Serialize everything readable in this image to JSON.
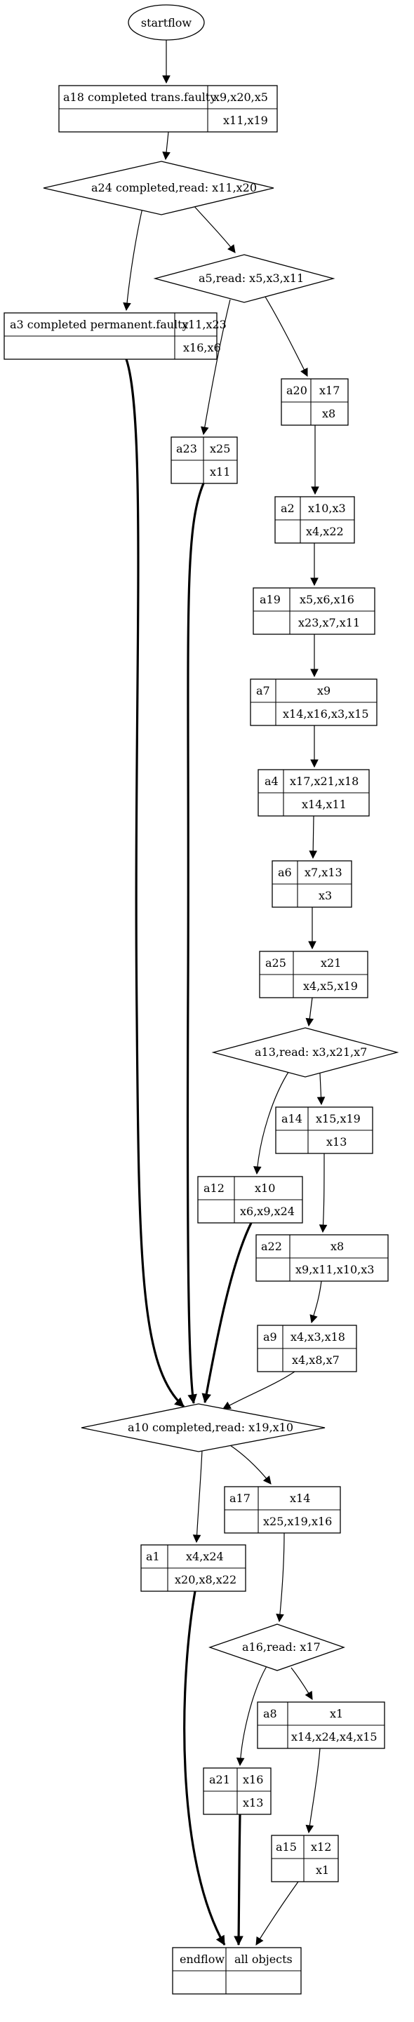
{
  "start": {
    "label": "startflow"
  },
  "records": {
    "a18": {
      "name": "a18 completed trans.faulty",
      "top": "x9,x20,x5",
      "bottom": "x11,x19"
    },
    "a3": {
      "name": "a3 completed permanent.faulty",
      "top": "x11,x23",
      "bottom": "x16,x6"
    },
    "a20": {
      "name": "a20",
      "top": "x17",
      "bottom": "x8"
    },
    "a23": {
      "name": "a23",
      "top": "x25",
      "bottom": "x11"
    },
    "a2": {
      "name": "a2",
      "top": "x10,x3",
      "bottom": "x4,x22"
    },
    "a19": {
      "name": "a19",
      "top": "x5,x6,x16",
      "bottom": "x23,x7,x11"
    },
    "a7": {
      "name": "a7",
      "top": "x9",
      "bottom": "x14,x16,x3,x15"
    },
    "a4": {
      "name": "a4",
      "top": "x17,x21,x18",
      "bottom": "x14,x11"
    },
    "a6": {
      "name": "a6",
      "top": "x7,x13",
      "bottom": "x3"
    },
    "a25": {
      "name": "a25",
      "top": "x21",
      "bottom": "x4,x5,x19"
    },
    "a14": {
      "name": "a14",
      "top": "x15,x19",
      "bottom": "x13"
    },
    "a12": {
      "name": "a12",
      "top": "x10",
      "bottom": "x6,x9,x24"
    },
    "a22": {
      "name": "a22",
      "top": "x8",
      "bottom": "x9,x11,x10,x3"
    },
    "a9": {
      "name": "a9",
      "top": "x4,x3,x18",
      "bottom": "x4,x8,x7"
    },
    "a17": {
      "name": "a17",
      "top": "x14",
      "bottom": "x25,x19,x16"
    },
    "a1": {
      "name": "a1",
      "top": "x4,x24",
      "bottom": "x20,x8,x22"
    },
    "a8": {
      "name": "a8",
      "top": "x1",
      "bottom": "x14,x24,x4,x15"
    },
    "a21": {
      "name": "a21",
      "top": "x16",
      "bottom": "x13"
    },
    "a15": {
      "name": "a15",
      "top": "x12",
      "bottom": "x1"
    }
  },
  "decisions": {
    "a24": {
      "label": "a24 completed,read: x11,x20"
    },
    "a5": {
      "label": "a5,read: x5,x3,x11"
    },
    "a13": {
      "label": "a13,read: x3,x21,x7"
    },
    "a10": {
      "label": "a10 completed,read: x19,x10"
    },
    "a16": {
      "label": "a16,read: x17"
    }
  },
  "end": {
    "left": "endflow",
    "right": "all objects"
  },
  "edges": [
    {
      "from": "start",
      "to": "a18",
      "style": "normal"
    },
    {
      "from": "a18",
      "to": "a24",
      "style": "normal"
    },
    {
      "from": "a24",
      "to": "a3",
      "style": "normal"
    },
    {
      "from": "a24",
      "to": "a5",
      "style": "normal"
    },
    {
      "from": "a5",
      "to": "a23",
      "style": "normal"
    },
    {
      "from": "a5",
      "to": "a20",
      "style": "normal"
    },
    {
      "from": "a20",
      "to": "a2",
      "style": "normal"
    },
    {
      "from": "a2",
      "to": "a19",
      "style": "normal"
    },
    {
      "from": "a19",
      "to": "a7",
      "style": "normal"
    },
    {
      "from": "a7",
      "to": "a4",
      "style": "normal"
    },
    {
      "from": "a4",
      "to": "a6",
      "style": "normal"
    },
    {
      "from": "a6",
      "to": "a25",
      "style": "normal"
    },
    {
      "from": "a25",
      "to": "a13",
      "style": "normal"
    },
    {
      "from": "a13",
      "to": "a12",
      "style": "normal"
    },
    {
      "from": "a13",
      "to": "a14",
      "style": "normal"
    },
    {
      "from": "a14",
      "to": "a22",
      "style": "normal"
    },
    {
      "from": "a22",
      "to": "a9",
      "style": "normal"
    },
    {
      "from": "a3",
      "to": "a10",
      "style": "bold"
    },
    {
      "from": "a23",
      "to": "a10",
      "style": "bold"
    },
    {
      "from": "a12",
      "to": "a10",
      "style": "bold"
    },
    {
      "from": "a9",
      "to": "a10",
      "style": "normal"
    },
    {
      "from": "a10",
      "to": "a1",
      "style": "normal"
    },
    {
      "from": "a10",
      "to": "a17",
      "style": "normal"
    },
    {
      "from": "a17",
      "to": "a16",
      "style": "normal"
    },
    {
      "from": "a16",
      "to": "a21",
      "style": "normal"
    },
    {
      "from": "a16",
      "to": "a8",
      "style": "normal"
    },
    {
      "from": "a8",
      "to": "a15",
      "style": "normal"
    },
    {
      "from": "a1",
      "to": "end",
      "style": "bold"
    },
    {
      "from": "a21",
      "to": "end",
      "style": "bold"
    },
    {
      "from": "a15",
      "to": "end",
      "style": "normal"
    }
  ]
}
